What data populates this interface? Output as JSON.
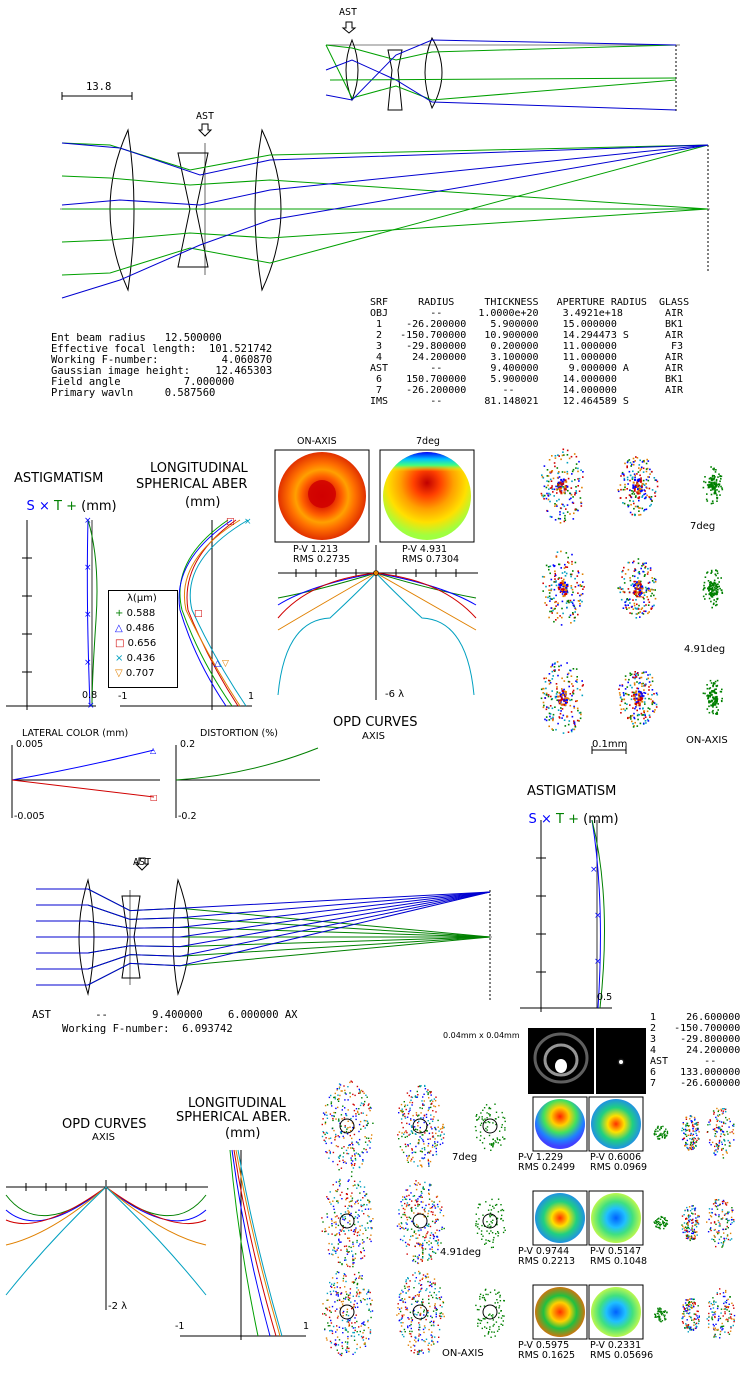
{
  "lens_top_small": {
    "ast_label": "AST"
  },
  "lens_main": {
    "scale_label": "13.8",
    "ast_label": "AST"
  },
  "system_info": {
    "lines": [
      "Ent beam radius   12.500000",
      "Effective focal length:  101.521742",
      "Working F-number:          4.060870",
      "Gaussian image height:    12.465303",
      "Field angle          7.000000",
      "Primary wavln     0.587560"
    ]
  },
  "surface_table": {
    "header": "SRF     RADIUS     THICKNESS   APERTURE RADIUS  GLASS",
    "rows": [
      "OBJ       --      1.0000e+20    3.4921e+18       AIR",
      " 1    -26.200000    5.900000    15.000000        BK1",
      " 2   -150.700000   10.900000    14.294473 S      AIR",
      " 3    -29.800000    0.200000    11.000000         F3",
      " 4     24.200000    3.100000    11.000000        AIR",
      "AST       --        9.400000     9.000000 A      AIR",
      " 6    150.700000    5.900000    14.000000        BK1",
      " 7    -26.200000      --        14.000000        AIR",
      "IMS       --       81.148021    12.464589 S"
    ]
  },
  "astig1": {
    "title": "ASTIGMATISM",
    "legend": [
      "S",
      "×",
      "T",
      "+",
      "(mm)"
    ],
    "xmax": "0.8"
  },
  "lsa1": {
    "title_1": "LONGITUDINAL",
    "title_2": "SPHERICAL ABER",
    "title_3": "(mm)",
    "x_min": "-1",
    "x_max": "1",
    "legend_title": "λ(μm)",
    "legend": [
      {
        "sym": "+",
        "val": "0.588",
        "color": "#008000"
      },
      {
        "sym": "△",
        "val": "0.486",
        "color": "#0000ff"
      },
      {
        "sym": "□",
        "val": "0.656",
        "color": "#d00000"
      },
      {
        "sym": "×",
        "val": "0.436",
        "color": "#00a0c0"
      },
      {
        "sym": "▽",
        "val": "0.707",
        "color": "#e08000"
      }
    ]
  },
  "opd_maps1": [
    {
      "title": "ON-AXIS",
      "pv": "P-V 1.213",
      "rms": "RMS 0.2735"
    },
    {
      "title": "7deg",
      "pv": "P-V 4.931",
      "rms": "RMS 0.7304"
    }
  ],
  "opd1": {
    "scale": "-6 λ",
    "title_1": "OPD CURVES",
    "title_2": "AXIS"
  },
  "spots1": {
    "labels": [
      "7deg",
      "4.91deg",
      "ON-AXIS"
    ],
    "scale": "0.1mm"
  },
  "lateral_color": {
    "title": "LATERAL COLOR (mm)",
    "ymax": "0.005",
    "ymin": "-0.005"
  },
  "distortion": {
    "title": "DISTORTION (%)",
    "ymax": "0.2",
    "ymin": "-0.2"
  },
  "lens_second": {
    "ast_label": "AST",
    "info_1": "AST       --       9.400000    6.000000 AX",
    "info_2": "Working F-number:  6.093742"
  },
  "astig2": {
    "title": "ASTIGMATISM",
    "legend": [
      "S",
      "×",
      "T",
      "+",
      "(mm)"
    ],
    "xmax": "0.5"
  },
  "psf": {
    "label": "0.04mm x 0.04mm"
  },
  "radius_list": [
    "1     26.600000",
    "2   -150.700000",
    "3    -29.800000",
    "4     24.200000",
    "AST      --",
    "6    133.000000",
    "7    -26.600000"
  ],
  "opd2": {
    "title_1": "OPD CURVES",
    "title_2": "AXIS",
    "scale": "-2 λ"
  },
  "lsa2": {
    "title_1": "LONGITUDINAL",
    "title_2": "SPHERICAL ABER.",
    "title_3": "(mm)",
    "x_min": "-1",
    "x_max": "1"
  },
  "spots2": {
    "labels": [
      "7deg",
      "4.91deg",
      "ON-AXIS"
    ]
  },
  "opd_maps2": [
    {
      "pv": "P-V 1.229",
      "rms": "RMS 0.2499"
    },
    {
      "pv": "P-V 0.6006",
      "rms": "RMS 0.0969"
    },
    {
      "pv": "P-V 0.9744",
      "rms": "RMS 0.2213"
    },
    {
      "pv": "P-V 0.5147",
      "rms": "RMS 0.1048"
    },
    {
      "pv": "P-V 0.5975",
      "rms": "RMS 0.1625"
    },
    {
      "pv": "P-V 0.2331",
      "rms": "RMS 0.05696"
    }
  ],
  "colors": {
    "green": "#008000",
    "blue": "#0000ff",
    "red": "#d00000",
    "cyan": "#00a0c0",
    "orange": "#e08000"
  }
}
